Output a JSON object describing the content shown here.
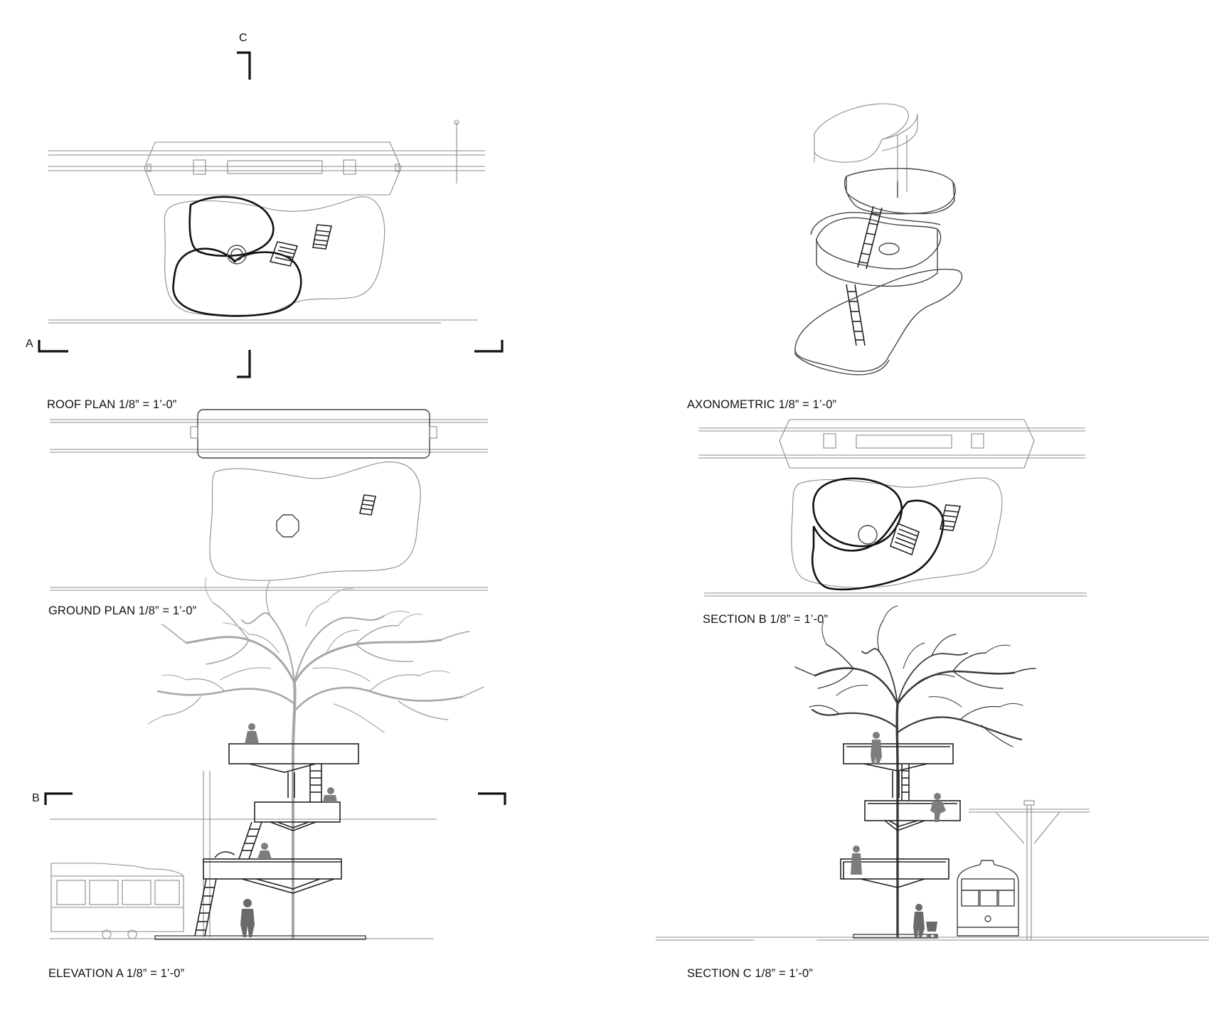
{
  "sheet": {
    "labels": {
      "roof_plan": "ROOF PLAN 1/8” = 1’-0”",
      "axonometric": "AXONOMETRIC  1/8” = 1’-0”",
      "ground_plan": "GROUND PLAN 1/8” = 1’-0”",
      "section_b": "SECTION B 1/8” = 1’-0”",
      "elevation_a": "ELEVATION A 1/8” = 1’-0”",
      "section_c": "SECTION C 1/8” = 1’-0”"
    },
    "section_marks": {
      "c": "C",
      "a": "A",
      "b": "B"
    },
    "colors": {
      "line_light": "#8a8a8a",
      "line_dark": "#111111",
      "figure_gray": "#7d7d7d",
      "tree_light": "#a6a6a6",
      "tree_dark": "#3a3a3a"
    }
  }
}
